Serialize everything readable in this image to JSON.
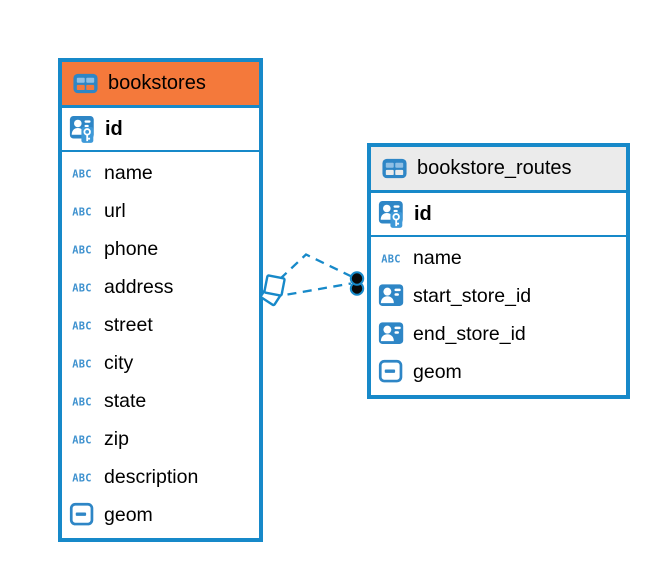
{
  "diagram": {
    "colors": {
      "table_border": "#1789C9",
      "icon_blue": "#2E86C6",
      "icon_light_blue": "#8FBFE4",
      "key_badge_blue": "#3E99D8",
      "abc_blue": "#3F92CF",
      "bookstores_header": "#F4793B",
      "routes_header": "#EBEBEB",
      "connector": "#1789C9",
      "marker_dot": "#0A0A0A"
    },
    "icon_map": {
      "table": "grid-table-icon",
      "primary_key": "person-key-icon",
      "reference": "person-card-icon",
      "text": "abc-icon",
      "geometry": "dash-box-icon"
    },
    "tables": [
      {
        "name": "bookstores",
        "primary_key": {
          "name": "id"
        },
        "columns": [
          {
            "name": "name",
            "type": "text"
          },
          {
            "name": "url",
            "type": "text"
          },
          {
            "name": "phone",
            "type": "text"
          },
          {
            "name": "address",
            "type": "text"
          },
          {
            "name": "street",
            "type": "text"
          },
          {
            "name": "city",
            "type": "text"
          },
          {
            "name": "state",
            "type": "text"
          },
          {
            "name": "zip",
            "type": "text"
          },
          {
            "name": "description",
            "type": "text"
          },
          {
            "name": "geom",
            "type": "geometry"
          }
        ]
      },
      {
        "name": "bookstore_routes",
        "primary_key": {
          "name": "id"
        },
        "columns": [
          {
            "name": "name",
            "type": "text"
          },
          {
            "name": "start_store_id",
            "type": "reference"
          },
          {
            "name": "end_store_id",
            "type": "reference"
          },
          {
            "name": "geom",
            "type": "geometry"
          }
        ]
      }
    ],
    "relationships": [
      {
        "from": "bookstores",
        "to": "bookstore_routes",
        "style": "dashed"
      },
      {
        "from": "bookstores",
        "to": "bookstore_routes",
        "style": "dashed"
      }
    ]
  }
}
